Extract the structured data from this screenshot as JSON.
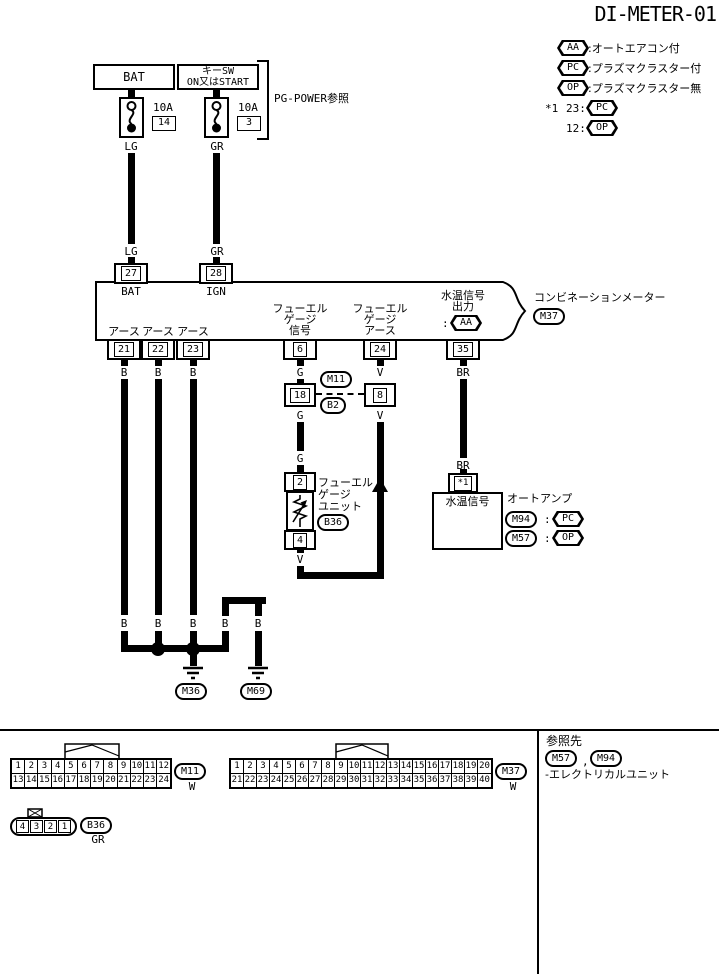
{
  "title": "DI-METER-01",
  "legend": {
    "rows": [
      {
        "tag": "AA",
        "text": ":オートエアコン付"
      },
      {
        "tag": "PC",
        "text": ":プラズマクラスター付"
      },
      {
        "tag": "OP",
        "text": ":プラズマクラスター無"
      }
    ],
    "star": "*1",
    "notes": [
      {
        "pin": "23:",
        "tag": "PC"
      },
      {
        "pin": "12:",
        "tag": "OP"
      }
    ]
  },
  "power": {
    "bat": "BAT",
    "key_sw": [
      "キーSW",
      "ON又はSTART"
    ],
    "fuse1": {
      "amp": "10A",
      "num": "14"
    },
    "fuse2": {
      "amp": "10A",
      "num": "3"
    },
    "ref": "PG-POWER参照"
  },
  "wire": {
    "lg": "LG",
    "gr": "GR",
    "b": "B",
    "g": "G",
    "v": "V",
    "br": "BR"
  },
  "meter": {
    "name": "コンビネーションメーター",
    "conn": "M37",
    "pin27": "27",
    "pin27_label": "BAT",
    "pin28": "28",
    "pin28_label": "IGN",
    "pin21": "21",
    "pin22": "22",
    "pin23": "23",
    "earth": "アース",
    "pin6": "6",
    "pin6_label": [
      "フューエル",
      "ゲージ",
      "信号"
    ],
    "pin24": "24",
    "pin24_label": [
      "フューエル",
      "ゲージ",
      "アース"
    ],
    "pin35": "35",
    "pin35_label": [
      "水温信号",
      "出力"
    ],
    "colon": ":",
    "pin35_tag": "AA"
  },
  "mid": {
    "pin18": "18",
    "pin8": "8",
    "conn_top": "M11",
    "conn_bottom": "B2"
  },
  "fuel_unit": {
    "pin2": "2",
    "pin4": "4",
    "name": [
      "フューエル",
      "ゲージ",
      "ユニット"
    ],
    "conn": "B36"
  },
  "water": {
    "pin": "*1",
    "label": "水温信号",
    "amp": "オートアンプ",
    "rows": [
      {
        "conn": "M94",
        "colon": ":",
        "tag": "PC"
      },
      {
        "conn": "M57",
        "colon": ":",
        "tag": "OP"
      }
    ]
  },
  "grounds": {
    "m36": "M36",
    "m69": "M69"
  },
  "footer": {
    "m11": {
      "row1": [
        "1",
        "2",
        "3",
        "4",
        "5",
        "6",
        "7",
        "8",
        "9",
        "10",
        "11",
        "12"
      ],
      "row2": [
        "13",
        "14",
        "15",
        "16",
        "17",
        "18",
        "19",
        "20",
        "21",
        "22",
        "23",
        "24"
      ],
      "conn": "M11",
      "color": "W"
    },
    "m37": {
      "row1": [
        "1",
        "2",
        "3",
        "4",
        "5",
        "6",
        "7",
        "8",
        "9",
        "10",
        "11",
        "12",
        "13",
        "14",
        "15",
        "16",
        "17",
        "18",
        "19",
        "20"
      ],
      "row2": [
        "21",
        "22",
        "23",
        "24",
        "25",
        "26",
        "27",
        "28",
        "29",
        "30",
        "31",
        "32",
        "33",
        "34",
        "35",
        "36",
        "37",
        "38",
        "39",
        "40"
      ],
      "conn": "M37",
      "color": "W"
    },
    "b36": {
      "cells": [
        "4",
        "3",
        "2",
        "1"
      ],
      "conn": "B36",
      "color": "GR"
    },
    "ref": {
      "title": "参照先",
      "conn1": "M57",
      "comma": ",",
      "conn2": "M94",
      "text": "-エレクトリカルユニット"
    }
  }
}
